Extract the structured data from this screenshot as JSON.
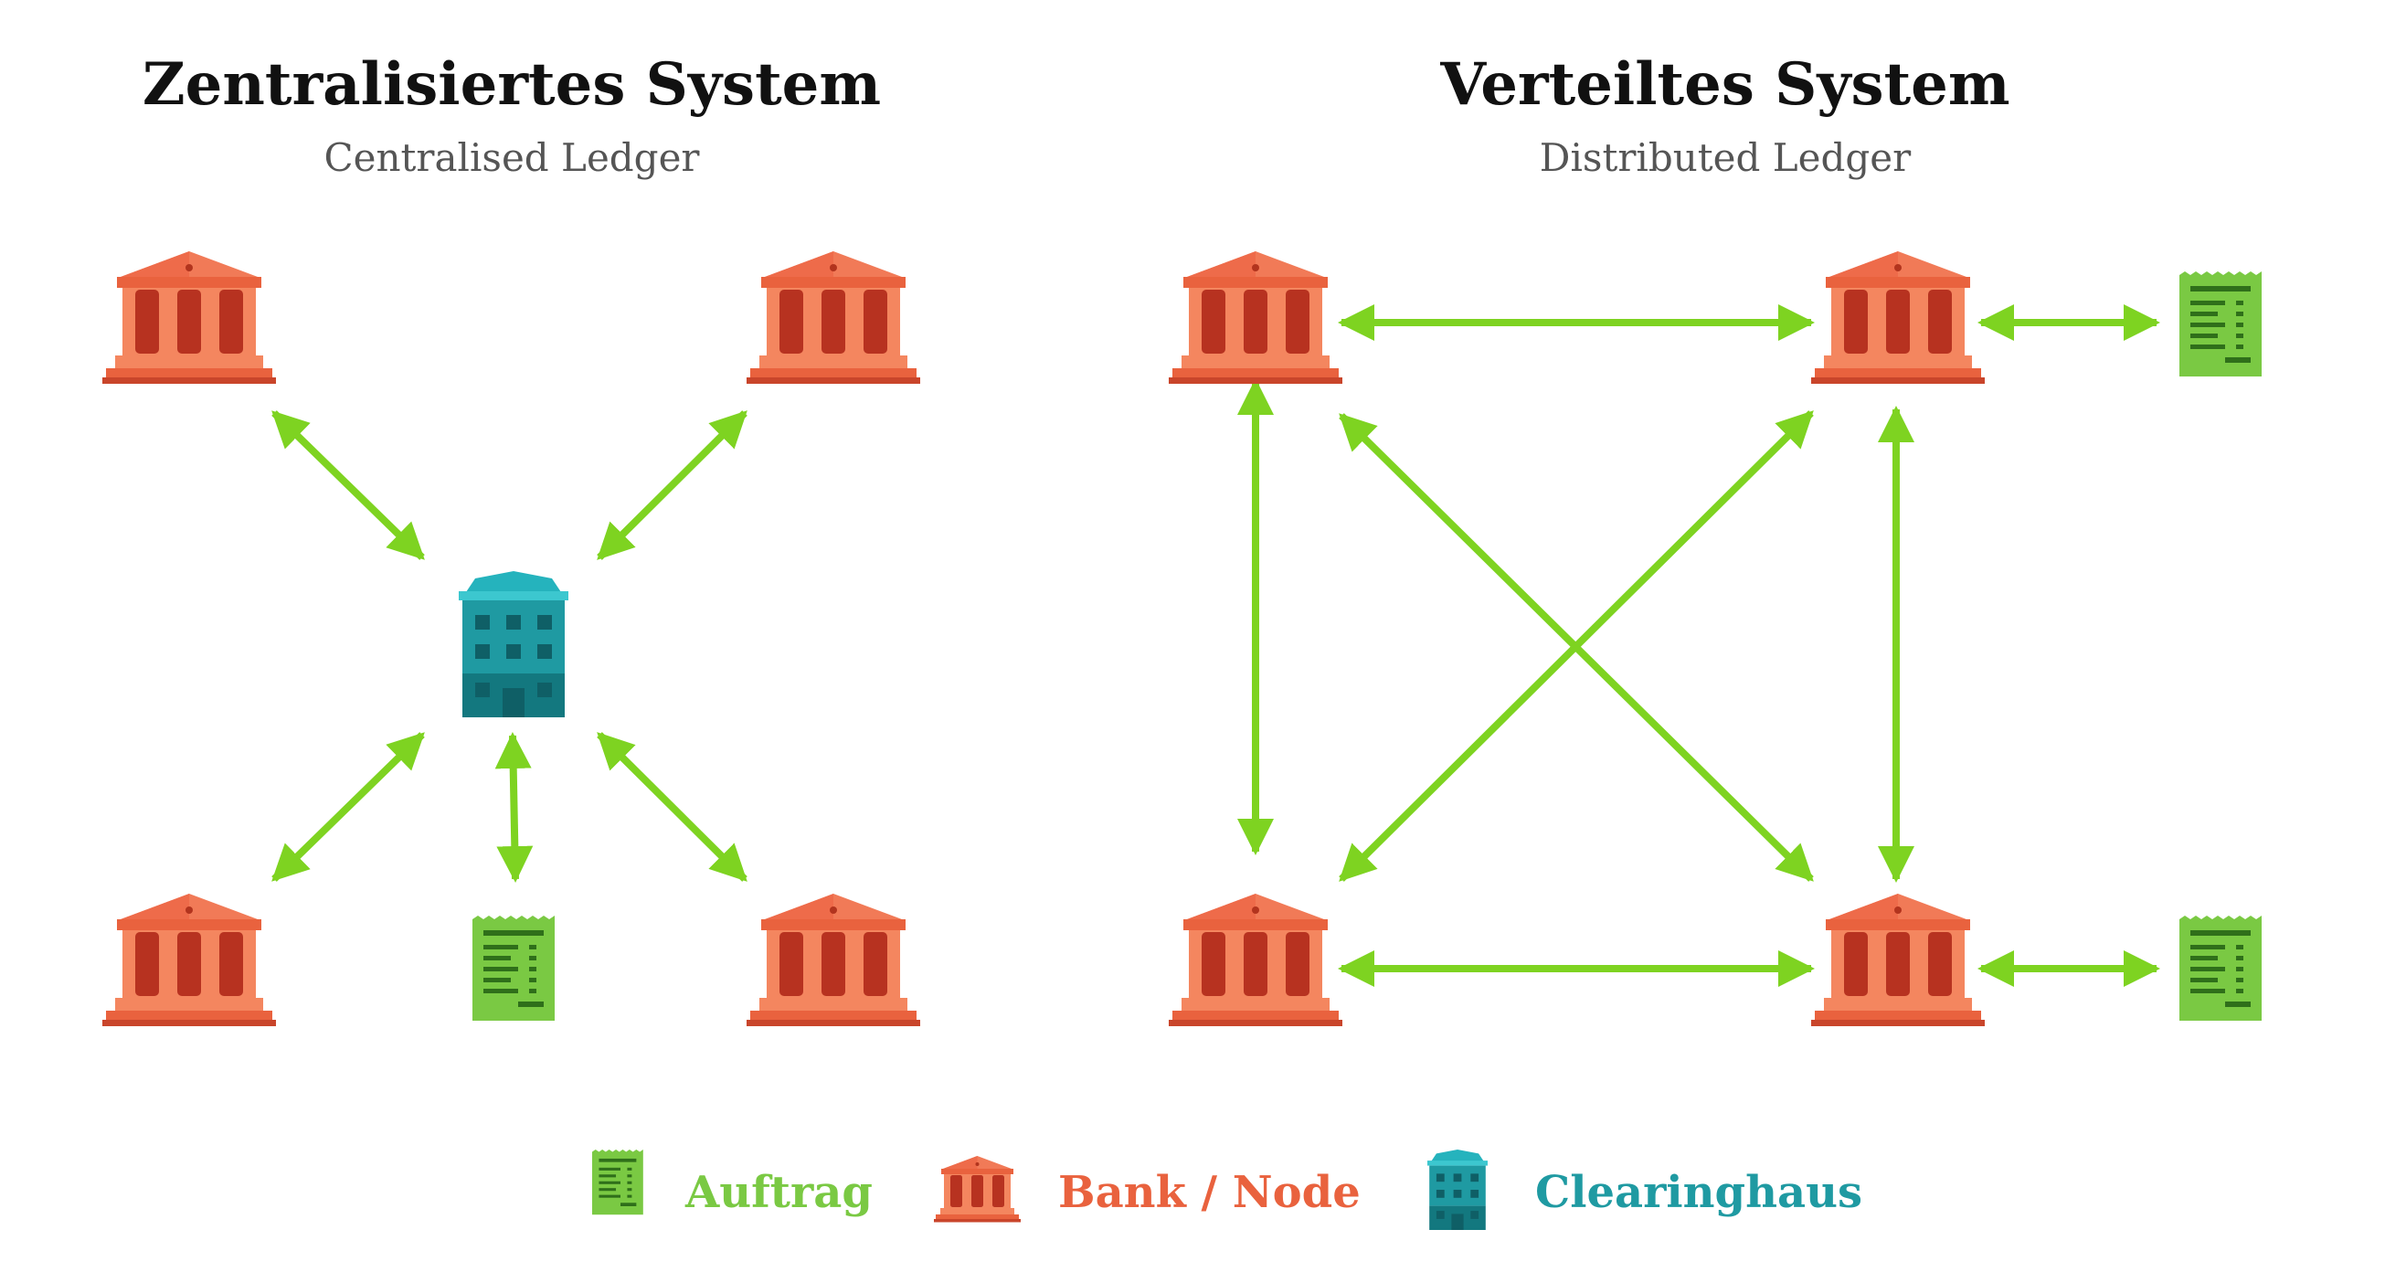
{
  "left": {
    "title": "Zentralisiertes System",
    "subtitle": "Centralised Ledger"
  },
  "right": {
    "title": "Verteiltes System",
    "subtitle": "Distributed Ledger"
  },
  "legend": [
    {
      "key": "order",
      "label": "Auftrag",
      "icon": "order-document-icon",
      "color": "#7ac943"
    },
    {
      "key": "bank",
      "label": "Bank / Node",
      "icon": "bank-icon",
      "color": "#e9623e"
    },
    {
      "key": "clearing",
      "label": "Clearinghaus",
      "icon": "clearing-house-icon",
      "color": "#1f9aa2"
    }
  ],
  "colors": {
    "arrow": "#7ed321",
    "bank": "#e9623e",
    "clearing": "#1f9aa2",
    "order": "#7ac943"
  }
}
